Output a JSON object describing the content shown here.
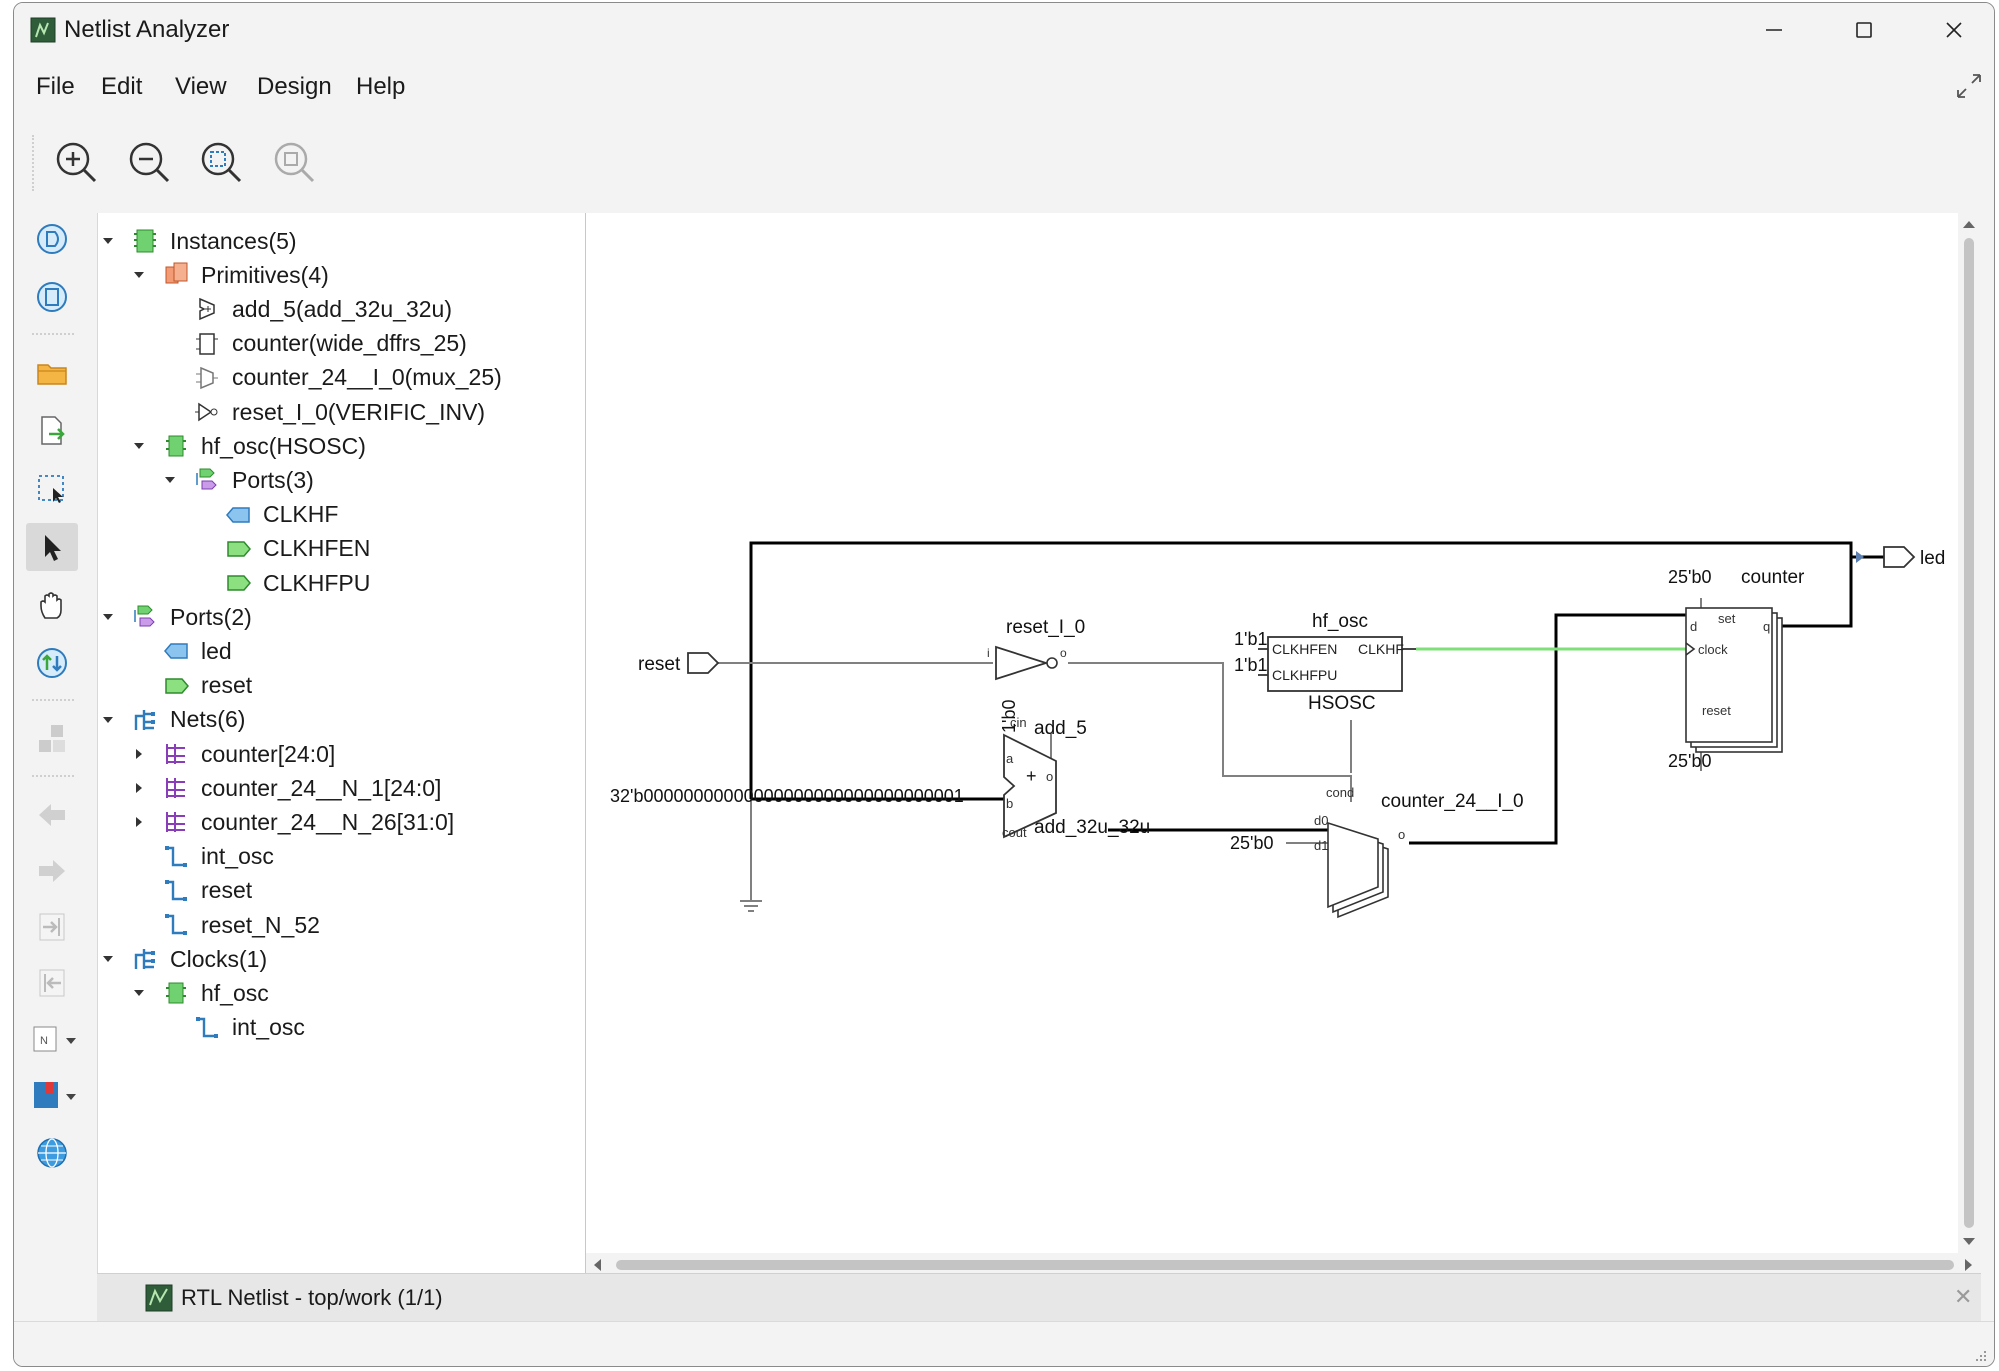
{
  "window": {
    "title": "Netlist Analyzer"
  },
  "menu": [
    "File",
    "Edit",
    "View",
    "Design",
    "Help"
  ],
  "toolbar": {
    "buttons": [
      "zoom-in",
      "zoom-out",
      "zoom-fit",
      "zoom-selection"
    ]
  },
  "tree": [
    {
      "label": "Instances(5)",
      "expanded": true,
      "icon": "instances-icon"
    },
    {
      "label": "Primitives(4)",
      "expanded": true,
      "icon": "primitives-icon"
    },
    {
      "label": "add_5(add_32u_32u)",
      "icon": "adder-icon"
    },
    {
      "label": "counter(wide_dffrs_25)",
      "icon": "flipflop-icon"
    },
    {
      "label": "counter_24__I_0(mux_25)",
      "icon": "mux-icon"
    },
    {
      "label": "reset_I_0(VERIFIC_INV)",
      "icon": "inverter-icon"
    },
    {
      "label": "hf_osc(HSOSC)",
      "expanded": true,
      "icon": "block-icon"
    },
    {
      "label": "Ports(3)",
      "expanded": true,
      "icon": "ports-icon"
    },
    {
      "label": "CLKHF",
      "icon": "output-port-icon"
    },
    {
      "label": "CLKHFEN",
      "icon": "input-port-icon"
    },
    {
      "label": "CLKHFPU",
      "icon": "input-port-icon"
    },
    {
      "label": "Ports(2)",
      "expanded": true,
      "icon": "ports-icon"
    },
    {
      "label": "led",
      "icon": "output-port-icon"
    },
    {
      "label": "reset",
      "icon": "input-port-icon"
    },
    {
      "label": "Nets(6)",
      "expanded": true,
      "icon": "nets-icon"
    },
    {
      "label": "counter[24:0]",
      "collapsed": true,
      "icon": "bus-icon"
    },
    {
      "label": "counter_24__N_1[24:0]",
      "collapsed": true,
      "icon": "bus-icon"
    },
    {
      "label": "counter_24__N_26[31:0]",
      "collapsed": true,
      "icon": "bus-icon"
    },
    {
      "label": "int_osc",
      "icon": "net-icon"
    },
    {
      "label": "reset",
      "icon": "net-icon"
    },
    {
      "label": "reset_N_52",
      "icon": "net-icon"
    },
    {
      "label": "Clocks(1)",
      "expanded": true,
      "icon": "nets-icon"
    },
    {
      "label": "hf_osc",
      "expanded": true,
      "icon": "block-icon"
    },
    {
      "label": "int_osc",
      "icon": "net-icon"
    }
  ],
  "schematic": {
    "ports": {
      "reset": "reset",
      "led": "led"
    },
    "inverter": {
      "name": "reset_I_0",
      "in": "i",
      "out": "o"
    },
    "hf_osc": {
      "name": "hf_osc",
      "type": "HSOSC",
      "pins": [
        "CLKHFEN",
        "CLKHFPU",
        "CLKHF"
      ],
      "const1": "1'b1",
      "const2": "1'b1"
    },
    "adder": {
      "name": "add_5",
      "type": "add_32u_32u",
      "pins": [
        "cin",
        "a",
        "b",
        "cout",
        "o"
      ],
      "op": "+",
      "cin_const": "1'b0",
      "b_const": "32'b00000000000000000000000000000001"
    },
    "mux": {
      "name": "counter_24__I_0",
      "pins": [
        "cond",
        "d0",
        "d1",
        "o"
      ],
      "d1_const": "25'b0"
    },
    "counter": {
      "name": "counter",
      "pins": [
        "set",
        "d",
        "q",
        "clock",
        "reset"
      ],
      "set_const": "25'b0",
      "reset_const": "25'b0"
    }
  },
  "bottom_tab": {
    "label": "RTL Netlist - top/work (1/1)"
  },
  "colors": {
    "clock_net": "#7fe07a",
    "wire": "#000000",
    "thin_wire": "#808080",
    "accent": "#2e7bbd"
  }
}
